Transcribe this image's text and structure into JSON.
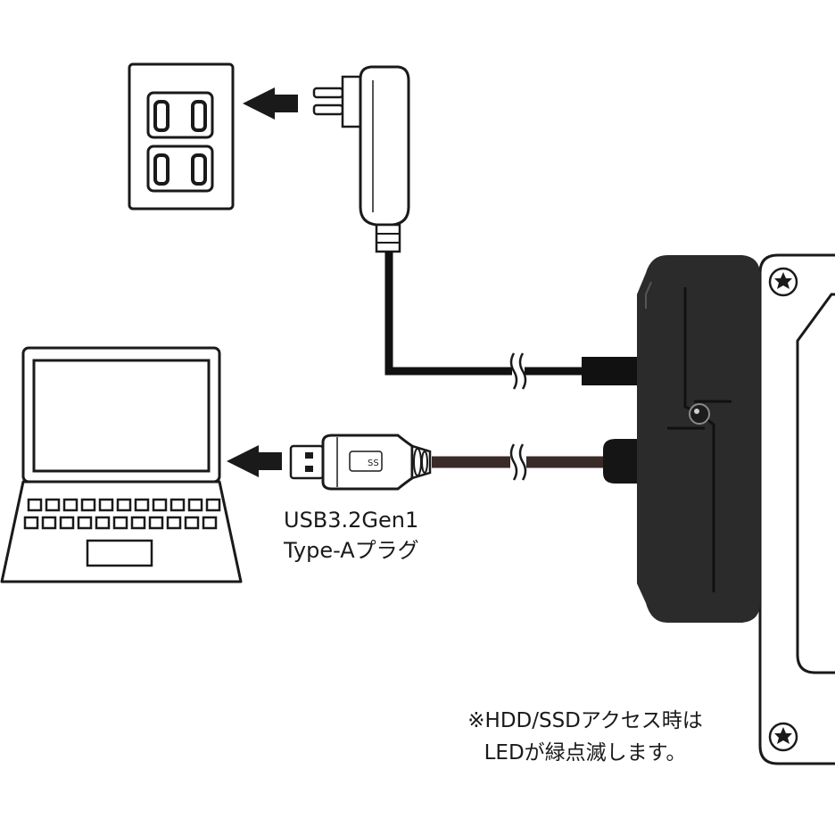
{
  "labels": {
    "usb_plug_line1": "USB3.2Gen1",
    "usb_plug_line2": "Type-Aプラグ",
    "note_line1": "※HDD/SSDアクセス時は",
    "note_line2": "LEDが緑点滅します。"
  },
  "plug_marking": "SS",
  "icons": [
    "wall-outlet-icon",
    "arrow-left-icon",
    "ac-adapter-icon",
    "laptop-icon",
    "usb-plug-icon",
    "adapter-dock-icon",
    "drive-icon"
  ],
  "colors": {
    "line": "#1a1a1a",
    "device_body": "#2b2b2b",
    "cable": "#111111",
    "background": "#ffffff"
  }
}
